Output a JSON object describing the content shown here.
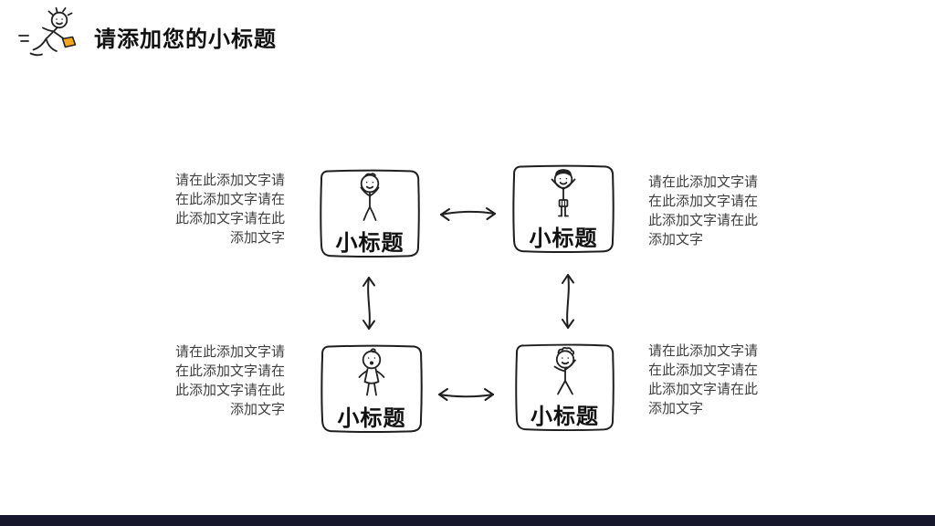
{
  "slide": {
    "title": "请添加您的小标题",
    "footer_color": "#17172b"
  },
  "logo": {
    "name": "doodle-runner-icon",
    "accent_color": "#f3a71b"
  },
  "diagram": {
    "nodes": [
      {
        "id": "top-left",
        "label": "小标题",
        "figure": "doodle-kid-arms-up"
      },
      {
        "id": "top-right",
        "label": "小标题",
        "figure": "doodle-kid-cheering"
      },
      {
        "id": "bottom-left",
        "label": "小标题",
        "figure": "doodle-baby"
      },
      {
        "id": "bottom-right",
        "label": "小标题",
        "figure": "doodle-kid-waving"
      }
    ],
    "connectors": [
      "double-arrow-top-horizontal",
      "double-arrow-bottom-horizontal",
      "double-arrow-left-vertical",
      "double-arrow-right-vertical"
    ],
    "texts": [
      {
        "position": "top-left",
        "align": "right",
        "lines": [
          "请在此添加文字请",
          "在此添加文字请在",
          "此添加文字请在此",
          "添加文字"
        ]
      },
      {
        "position": "top-right",
        "align": "left",
        "lines": [
          "请在此添加文字请",
          "在此添加文字请在",
          "此添加文字请在此",
          "添加文字"
        ]
      },
      {
        "position": "bottom-left",
        "align": "right",
        "lines": [
          "请在此添加文字请",
          "在此添加文字请在",
          "此添加文字请在此",
          "添加文字"
        ]
      },
      {
        "position": "bottom-right",
        "align": "left",
        "lines": [
          "请在此添加文字请",
          "在此添加文字请在",
          "此添加文字请在此",
          "添加文字"
        ]
      }
    ]
  }
}
